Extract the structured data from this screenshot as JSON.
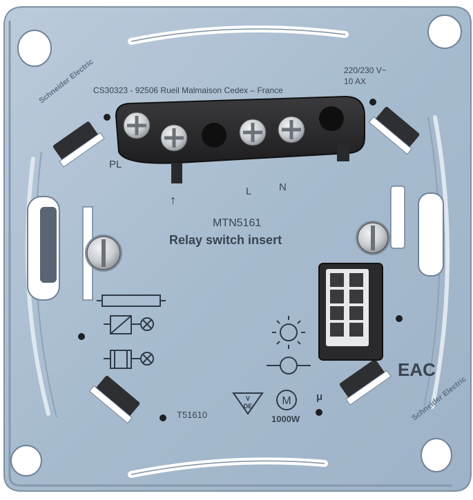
{
  "brand": "Schneider Electric",
  "address": "CS30323 - 92506 Rueil Malmaison Cedex – France",
  "voltage": "220/230 V~",
  "current": "10 AX",
  "terminal_pl": "PL",
  "terminal_l": "L",
  "terminal_n": "N",
  "arrow_glyph": "↑",
  "model": "MTN5161",
  "product_name": "Relay switch insert",
  "code": "T51610",
  "vde_top": "V",
  "vde_bottom": "DE",
  "motor_symbol": "M",
  "power_rating": "1000W",
  "micro_symbol": "μ",
  "eac_mark": "EAC",
  "colors": {
    "plate": "#a9bdd0",
    "plate_light": "#c7d5e2",
    "plate_edge": "#7d90a3",
    "terminal_block": "#2b2b2d",
    "screw": "#d9dcdf",
    "text": "#3a4450"
  }
}
